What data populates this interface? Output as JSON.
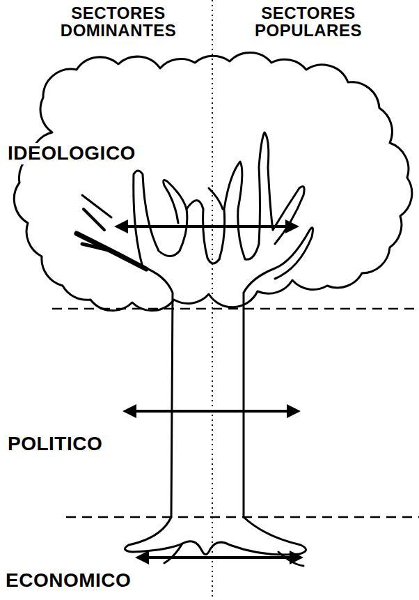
{
  "diagram": {
    "labels": [
      "SECTORES DOMINANTES",
      "SECTORES POPULARES",
      "IDEOLOGICO",
      "POLITICO",
      "ECONOMICO"
    ]
  }
}
